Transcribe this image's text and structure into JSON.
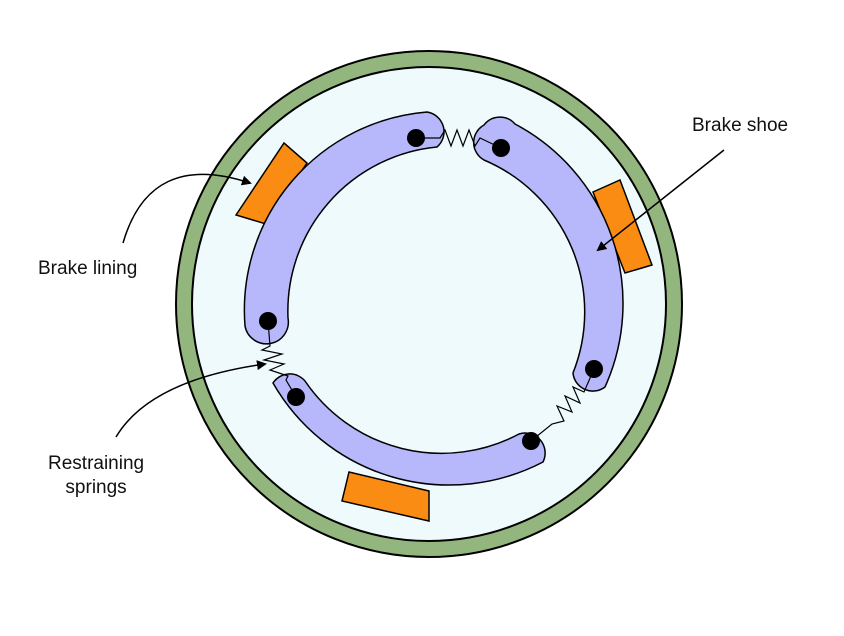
{
  "labels": {
    "brake_lining": "Brake lining",
    "brake_shoe": "Brake shoe",
    "restraining_springs": "Restraining\nsprings"
  },
  "colors": {
    "drum": "#93b57e",
    "drum_interior": "#effafc",
    "shoe": "#b7b8fb",
    "lining": "#fa8c14",
    "outline": "#000000"
  }
}
